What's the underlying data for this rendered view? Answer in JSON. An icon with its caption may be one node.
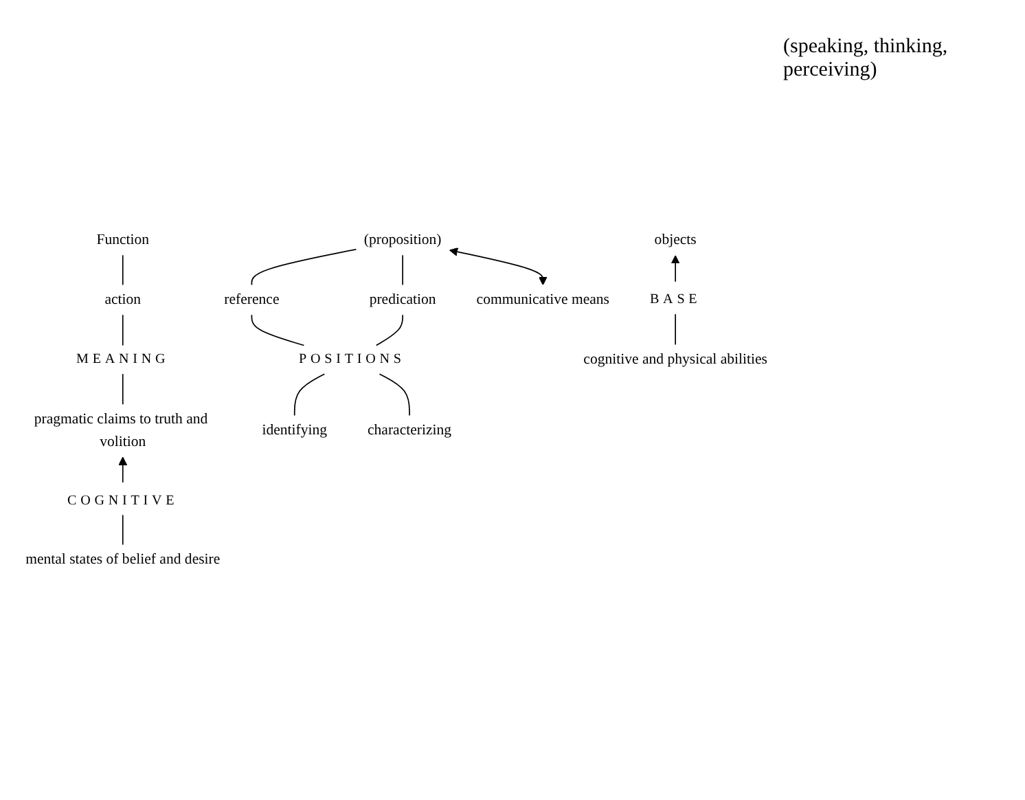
{
  "diagram": {
    "nodes": [
      {
        "text": [
          "Function"
        ]
      },
      {
        "text": [
          "(proposition)"
        ]
      },
      {
        "text": [
          "communicative means"
        ]
      },
      {
        "text": [
          "action"
        ]
      },
      {
        "text": [
          "reference"
        ]
      },
      {
        "text": [
          "predication"
        ]
      },
      {
        "text": [
          "MEANING"
        ]
      },
      {
        "text": [
          "POSITIONS"
        ]
      },
      {
        "text": [
          "pragmatic claims to truth and volition"
        ]
      },
      {
        "text": [
          "identifying"
        ]
      },
      {
        "text": [
          "characterizing"
        ]
      },
      {
        "text": [
          "objects"
        ]
      },
      {
        "text": [
          "COGNITIVE"
        ]
      },
      {
        "text": [
          "BASE"
        ]
      },
      {
        "text": [
          "mental states of belief and desire"
        ]
      },
      {
        "text": [
          "cognitive and physical abilities"
        ]
      }
    ],
    "edges": [
      {
        "from": 0,
        "to": 3,
        "arrow": "none"
      },
      {
        "from": 1,
        "to": 4,
        "arrow": "none"
      },
      {
        "from": 1,
        "to": 5,
        "arrow": "none"
      },
      {
        "from": 1,
        "to": 2,
        "arrow": "both"
      },
      {
        "from": 3,
        "to": 6,
        "arrow": "none"
      },
      {
        "from": 4,
        "to": 7,
        "arrow": "none"
      },
      {
        "from": 5,
        "to": 7,
        "arrow": "none"
      },
      {
        "from": 6,
        "to": 8,
        "arrow": "none"
      },
      {
        "from": 7,
        "to": 9,
        "arrow": "none"
      },
      {
        "from": 7,
        "to": 10,
        "arrow": "none"
      },
      {
        "from": 12,
        "to": 8,
        "arrow": "to"
      },
      {
        "from": 13,
        "to": 11,
        "arrow": "to"
      },
      {
        "from": 14,
        "to": 12,
        "arrow": "none"
      },
      {
        "from": 15,
        "to": 13,
        "arrow": "none"
      }
    ],
    "labels": [
      "(speaking, thinking, perceiving)"
    ]
  }
}
